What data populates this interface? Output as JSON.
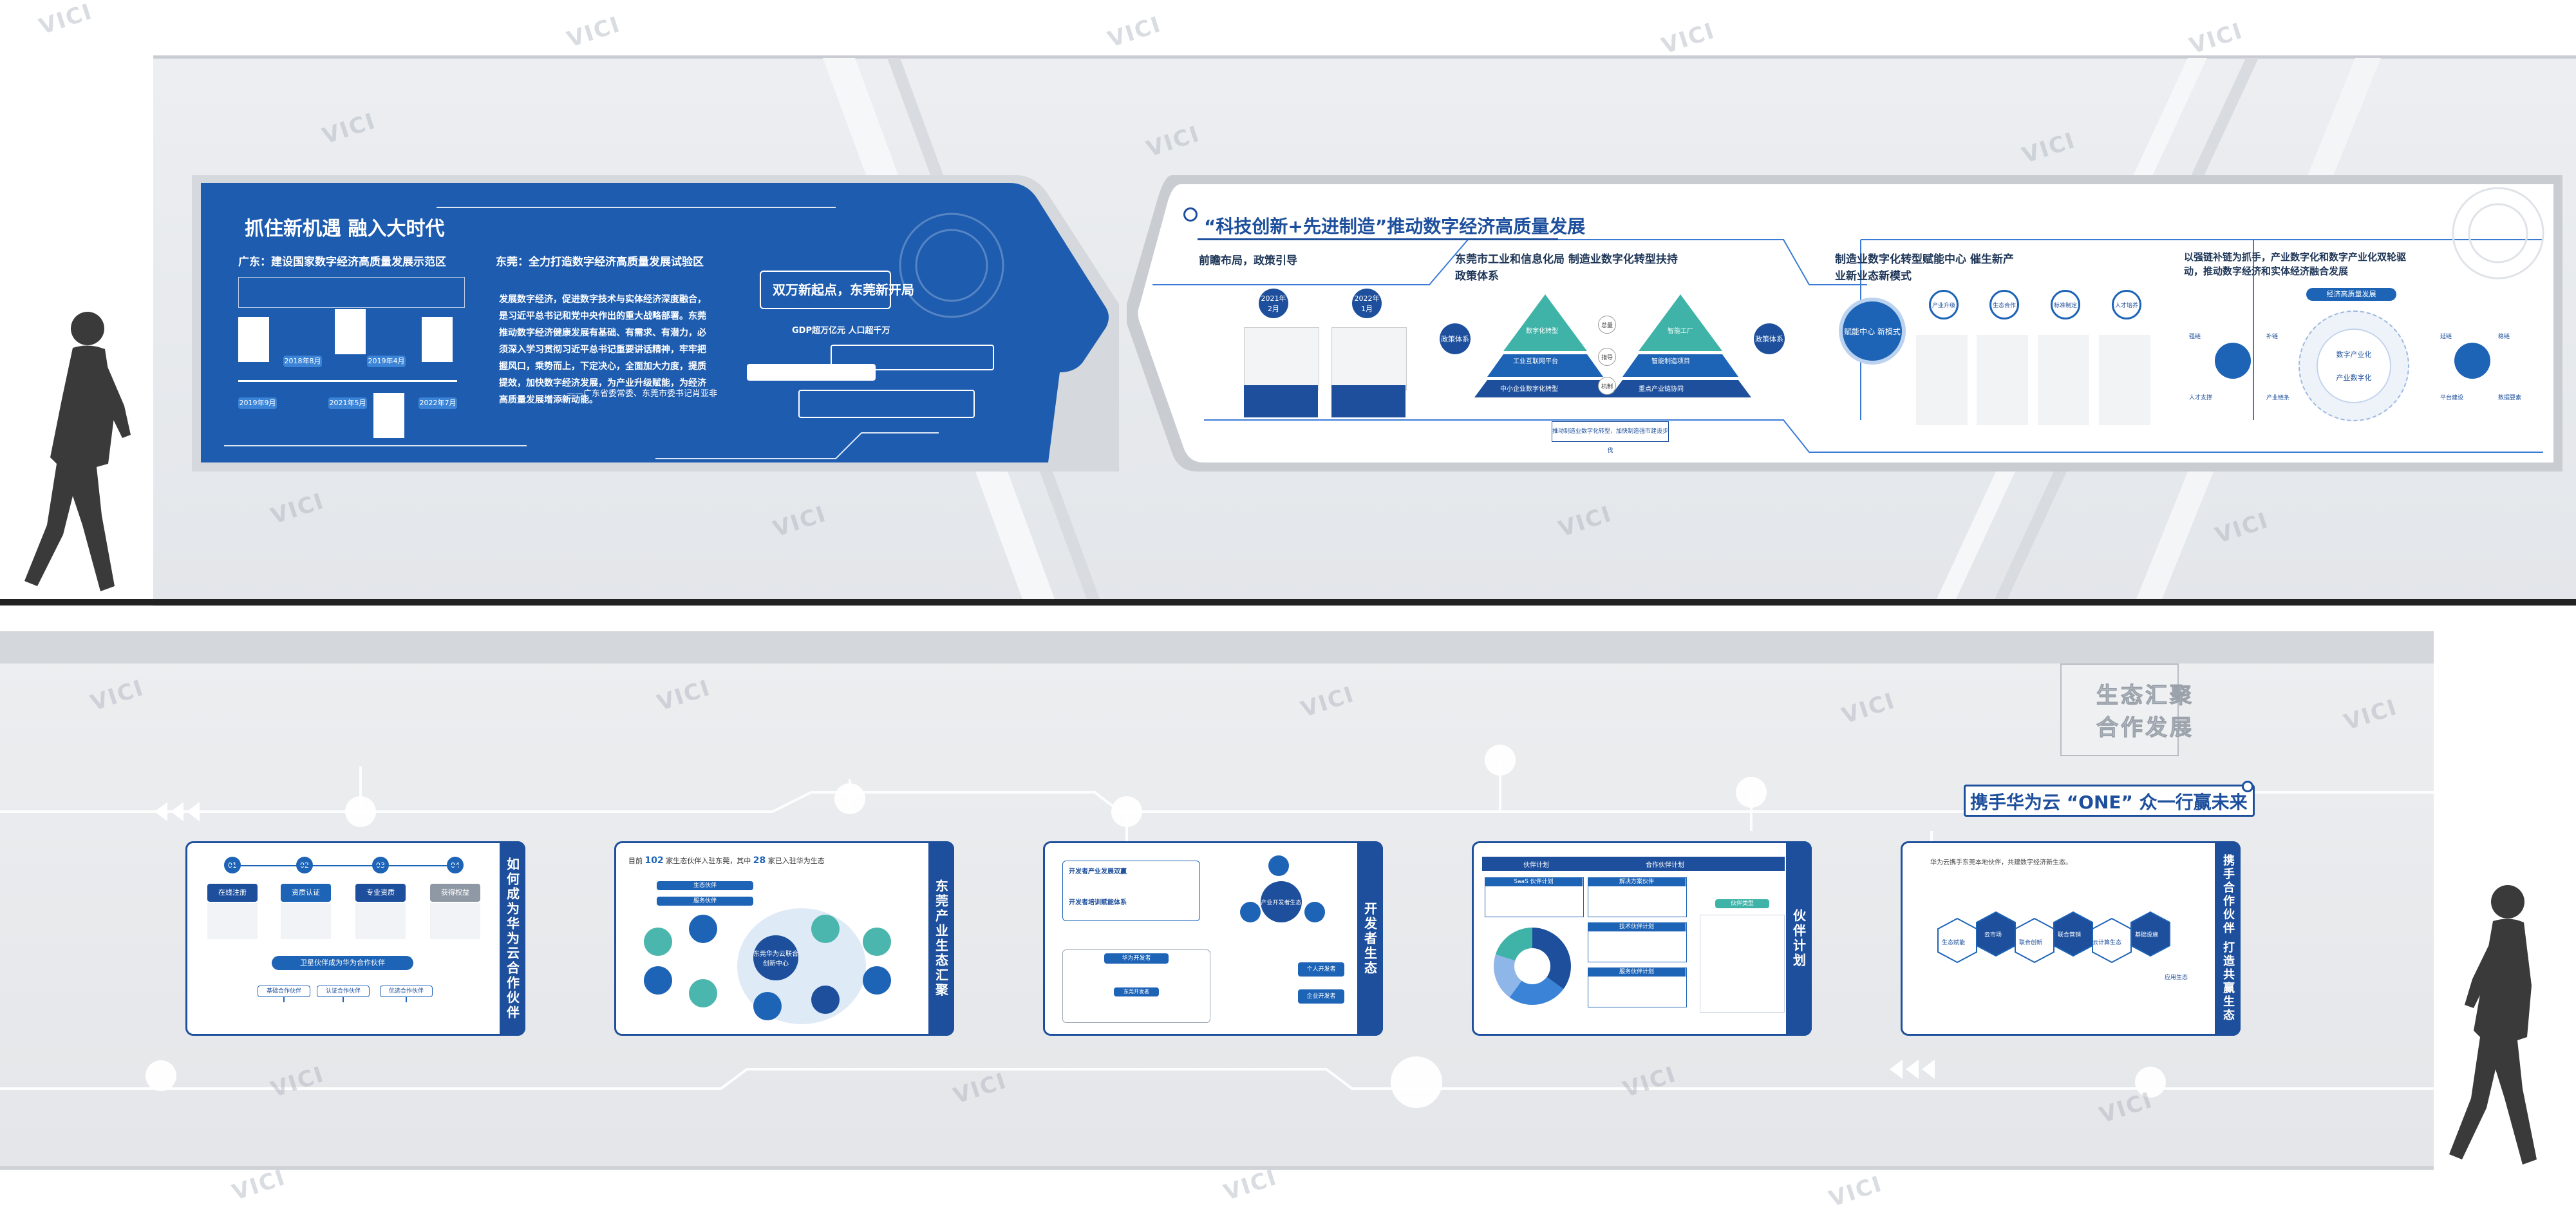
{
  "upper": {
    "left_panel": {
      "title": "抓住新机遇 融入大时代",
      "section_guangdong": {
        "heading": "广东：建设国家数字经济高质量发展示范区",
        "timeline_labels": [
          "2018年8月",
          "2019年4月",
          "2019年9月",
          "2021年5月",
          "2022年7月"
        ]
      },
      "section_dongguan": {
        "heading": "东莞：全力打造数字经济高质量发展试验区",
        "body": "发展数字经济，促进数字技术与实体经济深度融合，是习近平总书记和党中央作出的重大战略部署。东莞推动数字经济健康发展有基础、有需求、有潜力，必须深入学习贯彻习近平总书记重要讲话精神，牢牢把握风口，乘势而上，下定决心，全面加大力度，提质提效，加快数字经济发展，为产业升级赋能，为经济高质量发展增添新动能。",
        "signature": "——广东省委常委、东莞市委书记肖亚非"
      },
      "callout": {
        "title": "双万新起点，东莞新开局",
        "highlight": "GDP超万亿元 人口超千万"
      }
    },
    "right_panel": {
      "title": "“科技创新+先进制造”推动数字经济高质量发展",
      "col1": {
        "heading": "前瞻布局，政策引导",
        "badges": [
          "2021年 2月",
          "2022年 1月"
        ]
      },
      "col2": {
        "heading": "东莞市工业和信息化局 制造业数字化转型扶持政策体系",
        "left_node": "政策体系",
        "right_node": "政策体系",
        "pyramid1": [
          "数字化转型",
          "工业互联网平台",
          "中小企业数字化转型"
        ],
        "pyramid2": [
          "智能工厂",
          "智能制造项目",
          "重点产业链协同"
        ],
        "mid_nodes": [
          "总量",
          "指导",
          "机制"
        ],
        "footer": "推动制造业数字化转型，加快制造强市建设步伐"
      },
      "col3": {
        "heading": "制造业数字化转型赋能中心 催生新产业新业态新模式",
        "center_node": "赋能中心 新模式",
        "ring_nodes": [
          "产业升级",
          "生态合作",
          "标准制定",
          "人才培养"
        ]
      },
      "col4": {
        "heading": "以强链补链为抓手，产业数字化和数字产业化双轮驱动，推动数字经济和实体经济融合发展",
        "badge": "经济高质量发展",
        "center_top": "数字产业化",
        "center_bottom": "产业数字化",
        "side_labels": [
          "强链",
          "补链",
          "延链",
          "稳链",
          "人才支撑",
          "产业链条",
          "平台建设",
          "数据要素"
        ]
      }
    }
  },
  "lower": {
    "sign": {
      "line1": "生态汇聚",
      "line2": "合作发展"
    },
    "headline": "携手华为云 “ONE” 众一行赢未来",
    "cards": [
      {
        "tab": "如何成为华为云合作伙伴",
        "steps": [
          "01",
          "02",
          "03",
          "04"
        ],
        "step_labels": [
          "在线注册",
          "资质认证",
          "专业资质",
          "获得权益"
        ],
        "bar": "卫星伙伴成为华为合作伙伴",
        "bottom": [
          "基础合作伙伴",
          "认证合作伙伴",
          "优选合作伙伴"
        ]
      },
      {
        "tab": "东莞产业生态汇聚",
        "intro_prefix": "目前",
        "intro_num1": "102",
        "intro_mid": "家生态伙伴入驻东莞，其中",
        "intro_num2": "28",
        "intro_suffix": "家已入驻华为生态",
        "center": "东莞华为云联合创新中心",
        "bars": [
          "生态伙伴",
          "服务伙伴"
        ]
      },
      {
        "tab": "开发者生态",
        "item1": "开发者产业发展双赢",
        "item2": "开发者培训赋能体系",
        "center": "产业开发者生态",
        "box_title": "华为开发者",
        "box_sub": "东莞开发者",
        "right_buttons": [
          "个人开发者",
          "企业开发者"
        ]
      },
      {
        "tab": "伙伴计划",
        "header_left": "伙伴计划",
        "header_right": "合作伙伴计划",
        "blocks": [
          "SaaS 伙伴计划",
          "解决方案伙伴",
          "技术伙伴计划",
          "服务伙伴计划",
          "伙伴类型"
        ]
      },
      {
        "tab": "携手合作伙伴 打造共赢生态",
        "intro": "华为云携手东莞本地伙伴，共建数字经济新生态。",
        "hex_labels": [
          "生态赋能",
          "云市场",
          "联合创新",
          "联合营销",
          "云计算生态",
          "基础设施",
          "应用生态"
        ]
      }
    ]
  },
  "watermark_text": "VICI"
}
